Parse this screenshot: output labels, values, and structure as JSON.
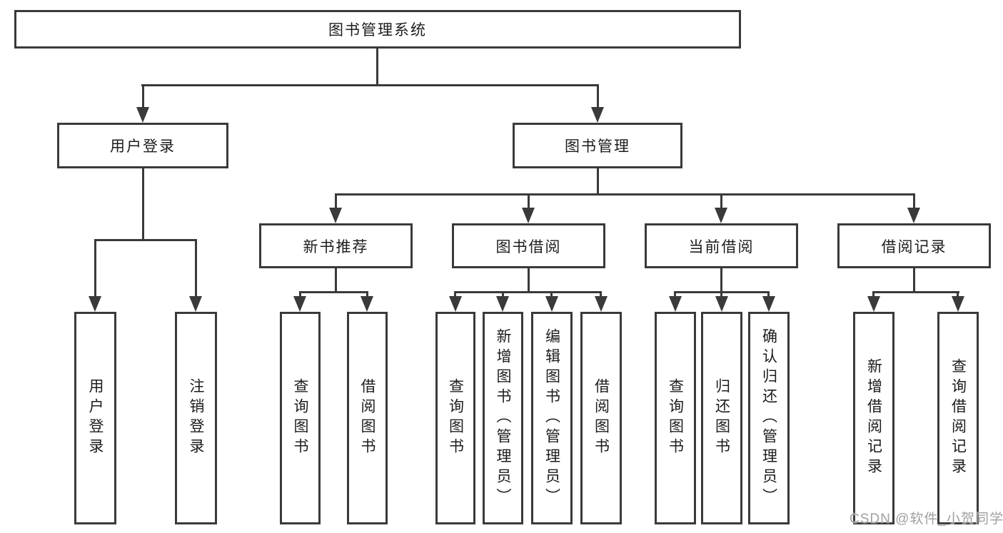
{
  "tree": {
    "root": "图书管理系统",
    "branches": [
      {
        "label": "用户登录",
        "leaves": [
          "用户登录",
          "注销登录"
        ]
      },
      {
        "label": "图书管理",
        "groups": [
          {
            "label": "新书推荐",
            "leaves": [
              "查询图书",
              "借阅图书"
            ]
          },
          {
            "label": "图书借阅",
            "leaves": [
              "查询图书",
              "新增图书（管理员）",
              "编辑图书（管理员）",
              "借阅图书"
            ]
          },
          {
            "label": "当前借阅",
            "leaves": [
              "查询图书",
              "归还图书",
              "确认归还（管理员）"
            ]
          },
          {
            "label": "借阅记录",
            "leaves": [
              "新增借阅记录",
              "查询借阅记录"
            ]
          }
        ]
      }
    ]
  },
  "watermark": "CSDN @软件_小贺同学",
  "colors": {
    "line": "#3a3a3a",
    "text": "#1c1c1c",
    "box_bg": "#ffffff",
    "watermark": "#9f9f9f"
  }
}
